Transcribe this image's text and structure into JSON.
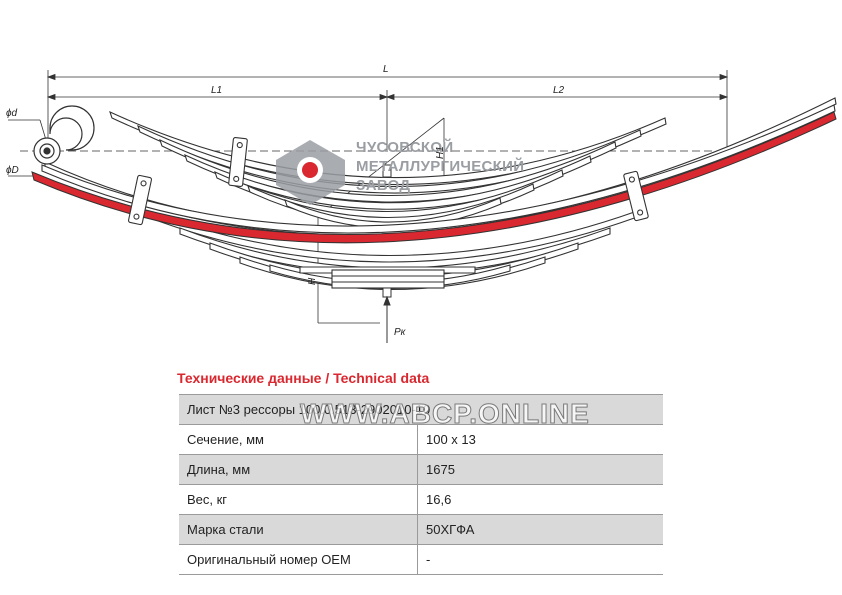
{
  "drawing": {
    "dims": {
      "total": "L",
      "left": "L1",
      "right": "L2",
      "eye_inner": "ϕd",
      "eye_outer": "ϕD",
      "height": "H",
      "height_left": "H1",
      "load": "Pк"
    },
    "logo": {
      "line1": "ЧУСОВСКОЙ",
      "line2": "МЕТАЛЛУРГИЧЕСКИЙ",
      "line3": "ЗАВОД"
    },
    "colors": {
      "highlight_leaf": "#d9282f",
      "logo_red": "#d9282f",
      "logo_grey": "#9a9ea3"
    }
  },
  "section_title": "Технические данные / Technical data",
  "table": {
    "header": "Лист №3 рессоры 100.0.513-2902010-10",
    "rows": [
      {
        "label": "Сечение, мм",
        "value": "100 x 13"
      },
      {
        "label": "Длина, мм",
        "value": "1675"
      },
      {
        "label": "Вес, кг",
        "value": "16,6"
      },
      {
        "label": "Марка стали",
        "value": "50ХГФА"
      },
      {
        "label": "Оригинальный номер OEM",
        "value": "-"
      }
    ]
  },
  "watermark": "WWW.ABCP.ONLINE"
}
